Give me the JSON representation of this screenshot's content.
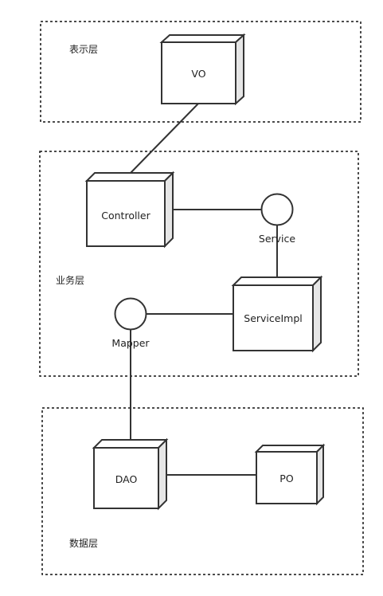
{
  "layers": {
    "presentation": "表示层",
    "business": "业务层",
    "data": "数据层"
  },
  "nodes": {
    "vo": "VO",
    "controller": "Controller",
    "service_impl": "ServiceImpl",
    "dao": "DAO",
    "po": "PO"
  },
  "interfaces": {
    "service": "Service",
    "mapper": "Mapper"
  },
  "colors": {
    "stroke": "#333333",
    "side_face": "#e6e6e6",
    "text": "#222222"
  }
}
